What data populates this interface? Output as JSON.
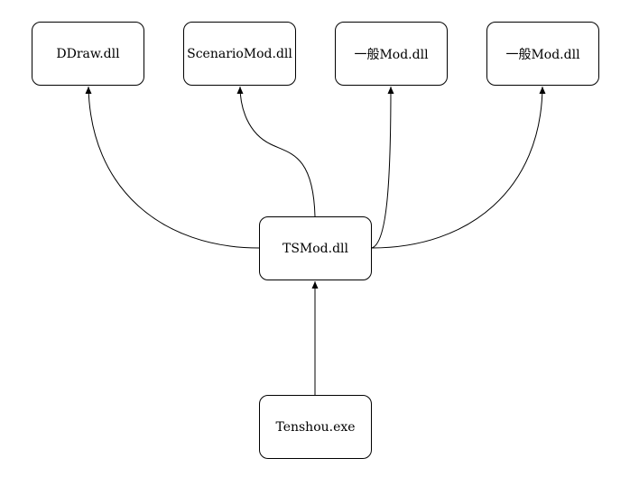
{
  "diagram": {
    "nodes": {
      "ddraw": "DDraw.dll",
      "scenario_mod": "ScenarioMod.dll",
      "ippan_mod_1": "一般Mod.dll",
      "ippan_mod_2": "一般Mod.dll",
      "tsmod": "TSMod.dll",
      "tenshou": "Tenshou.exe"
    },
    "edges": [
      {
        "from": "tsmod",
        "to": "ddraw"
      },
      {
        "from": "tsmod",
        "to": "scenario_mod"
      },
      {
        "from": "tsmod",
        "to": "ippan_mod_1"
      },
      {
        "from": "tsmod",
        "to": "ippan_mod_2"
      },
      {
        "from": "tenshou",
        "to": "tsmod"
      }
    ],
    "colors": {
      "stroke": "#000000",
      "background": "#ffffff"
    }
  }
}
